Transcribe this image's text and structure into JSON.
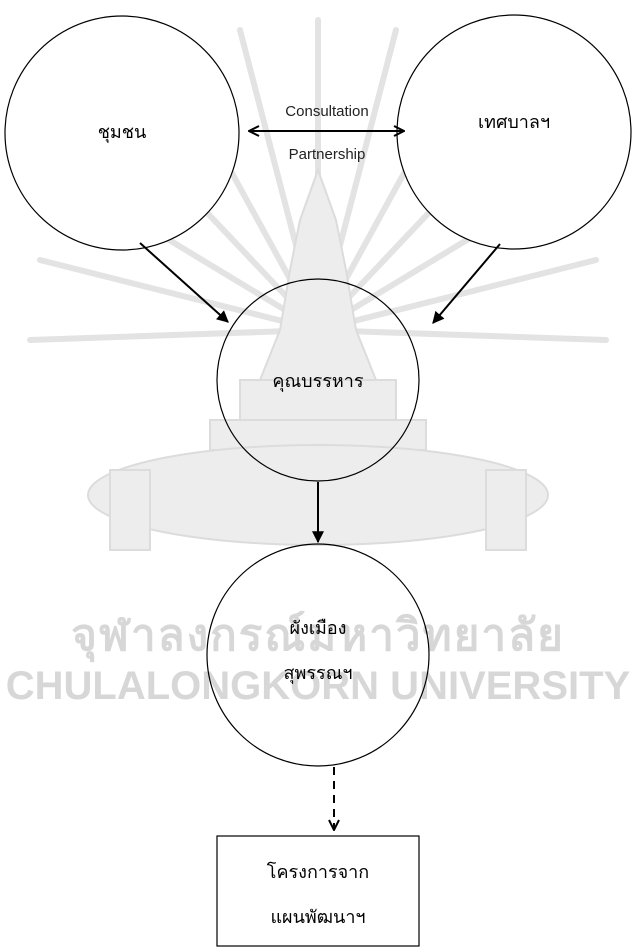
{
  "diagram": {
    "nodes": {
      "community": "ชุมชน",
      "municipality": "เทศบาลฯ",
      "executive_board": "คุณบรรหาร",
      "city_plan_line1": "ผังเมือง",
      "city_plan_line2": "สุพรรณฯ",
      "projects_line1": "โครงการจาก",
      "projects_line2": "แผนพัฒนาฯ"
    },
    "edges": {
      "top_label": "Consultation",
      "bottom_label": "Partnership"
    }
  },
  "watermark": {
    "thai": "จุฬาลงกรณ์มหาวิทยาลัย",
    "english": "CHULALONGKORN UNIVERSITY"
  }
}
